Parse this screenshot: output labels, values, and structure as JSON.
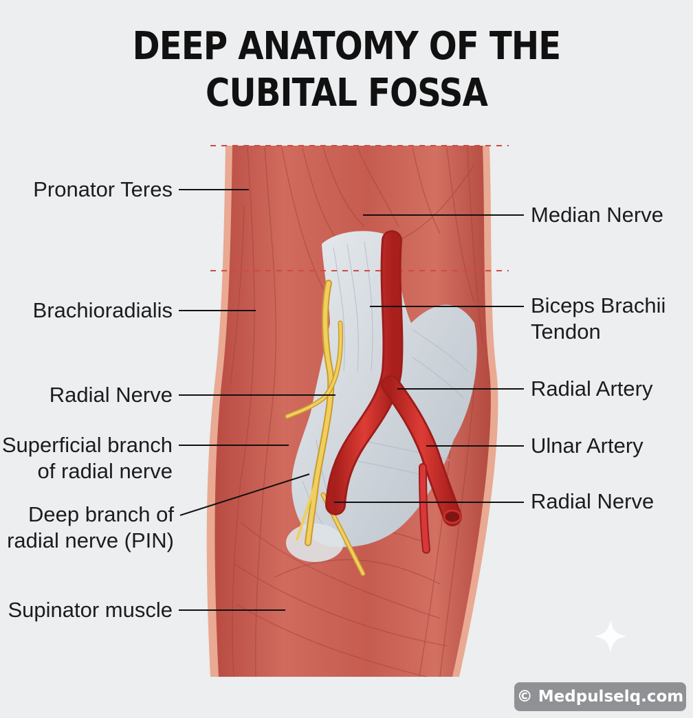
{
  "title": {
    "line1": "DEEP ANATOMY OF THE",
    "line2": "CUBITAL FOSSA"
  },
  "labels": {
    "pronator_teres": "Pronator Teres",
    "brachioradialis": "Brachioradialis",
    "radial_nerve_left": "Radial Nerve",
    "superficial_branch_1": "Superficial branch",
    "superficial_branch_2": "of radial nerve",
    "deep_branch_1": "Deep branch of",
    "deep_branch_2": "radial nerve (PIN)",
    "supinator_muscle": "Supinator muscle",
    "median_nerve": "Median Nerve",
    "biceps_1": "Biceps Brachii",
    "biceps_2": "Tendon",
    "radial_artery": "Radial Artery",
    "ulnar_artery": "Ulnar Artery",
    "radial_nerve_right": "Radial Nerve"
  },
  "watermark": "© Medpulselq.com",
  "colors": {
    "muscle": "#c45a4f",
    "muscle_dark": "#a8453c",
    "muscle_light": "#d9786b",
    "skin_edge": "#e9a992",
    "tendon": "#d3d9df",
    "artery": "#c9302c",
    "nerve": "#e8c453",
    "guide_line": "#d04a40",
    "leader": "#111111"
  }
}
